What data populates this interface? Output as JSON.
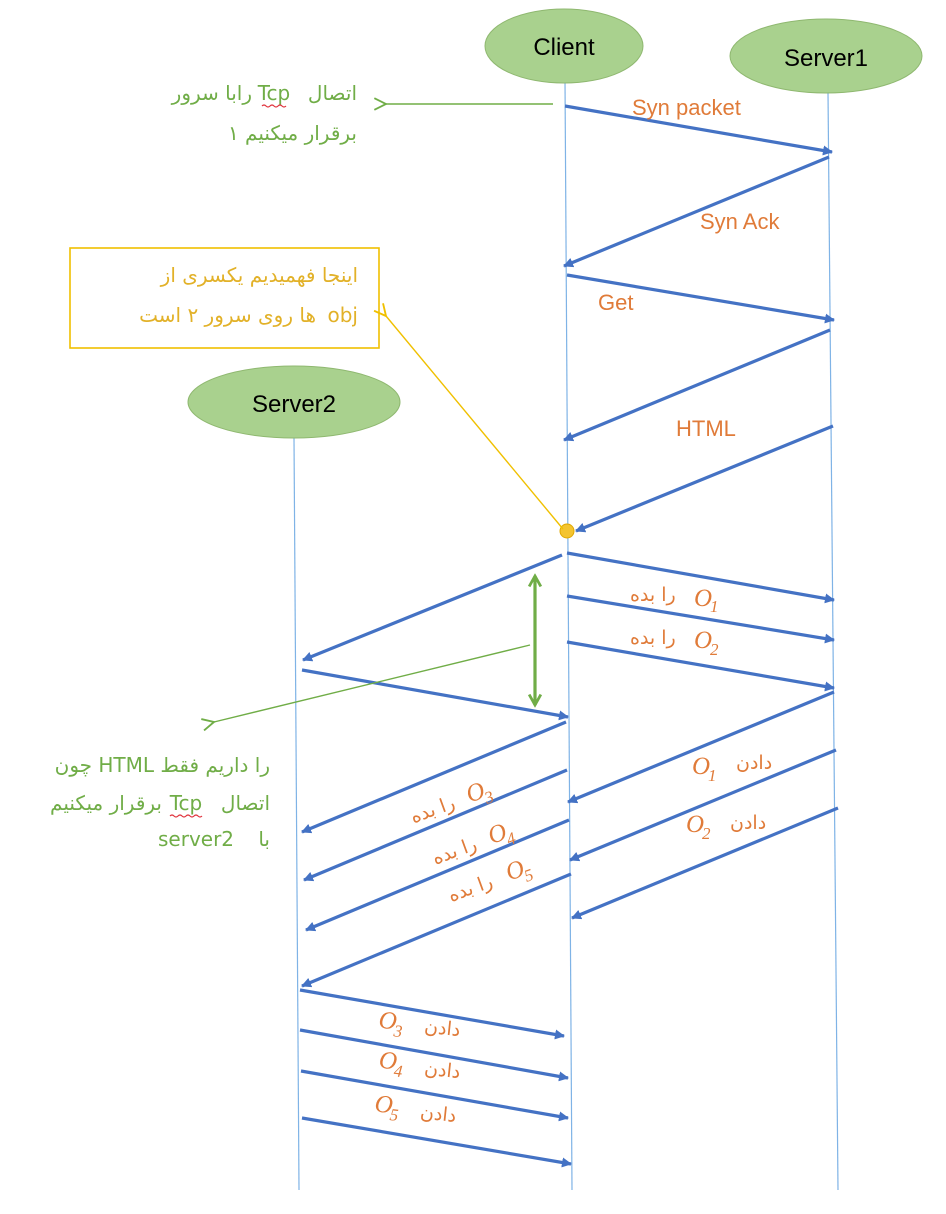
{
  "nodes": {
    "client": "Client",
    "server1": "Server1",
    "server2": "Server2"
  },
  "messages": {
    "syn_packet": "Syn packet",
    "syn_ack": "Syn Ack",
    "get": "Get",
    "html": "HTML",
    "give_text": "را بده",
    "receive_text": "دادن",
    "o_symbol": "O",
    "sub_1": "1",
    "sub_2": "2",
    "sub_3": "3",
    "sub_4": "4",
    "sub_5": "5"
  },
  "notes": {
    "tcp_server1": {
      "line1_word_a": "اتصال",
      "line1_tcp": "Tcp",
      "line1_word_b": "رابا سرور",
      "line2": "۱ برقرار میکنیم"
    },
    "found_objs": {
      "line1": "اینجا فهمیدیم یکسری از",
      "line2_obj": "obj",
      "line2_rest": "ها روی سرور ۲ است"
    },
    "html_server2": {
      "line1": "چون HTML را داریم فقط",
      "line2_word_a": "اتصال",
      "line2_tcp": "Tcp",
      "line2_word_b": "برقرار میکنیم",
      "line3_word_a": "با",
      "line3_word_b": "server2"
    }
  },
  "colors": {
    "node_fill": "#a9d18e",
    "node_stroke": "#8fb870",
    "lifeline": "#7fb3e6",
    "arrow": "#4472c4",
    "message_text": "#e07b39",
    "note_green": "#70ad47",
    "note_yellow": "#f0c000",
    "highlight_dot": "#f4c430"
  },
  "icons": {
    "message_arrowhead": "triangle-arrowhead",
    "note_pointer": "open-chevron-arrowhead",
    "interval_marker": "double-headed-arrow"
  }
}
